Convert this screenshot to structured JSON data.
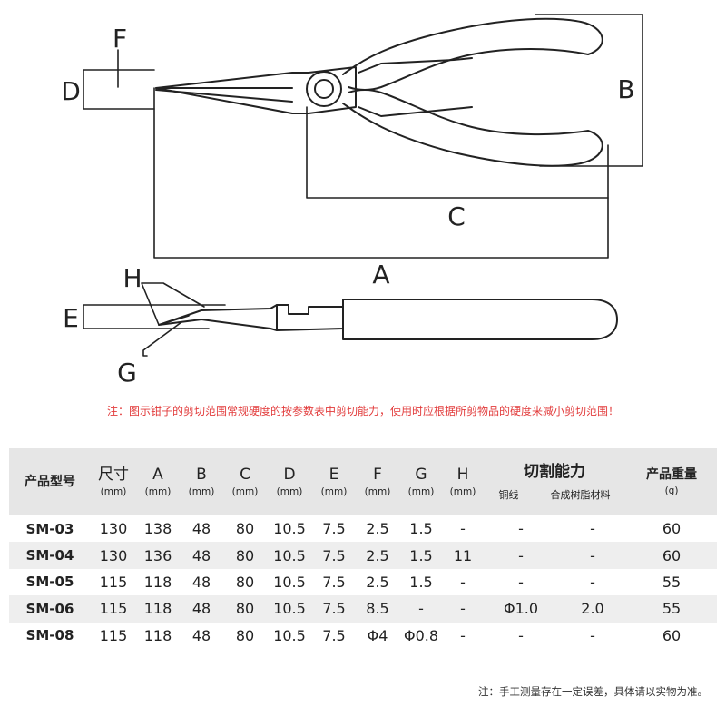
{
  "diagram": {
    "labels": [
      "A",
      "B",
      "C",
      "D",
      "E",
      "F",
      "G",
      "H"
    ]
  },
  "note_top": "注：图示钳子的剪切范围常规硬度的按参数表中剪切能力，使用时应根据所剪物品的硬度来减小剪切范围！",
  "table": {
    "headers": {
      "model": "产品型号",
      "size": {
        "label": "尺寸",
        "unit": "(mm)"
      },
      "cols": [
        {
          "label": "A",
          "unit": "(mm)"
        },
        {
          "label": "B",
          "unit": "(mm)"
        },
        {
          "label": "C",
          "unit": "(mm)"
        },
        {
          "label": "D",
          "unit": "(mm)"
        },
        {
          "label": "E",
          "unit": "(mm)"
        },
        {
          "label": "F",
          "unit": "(mm)"
        },
        {
          "label": "G",
          "unit": "(mm)"
        },
        {
          "label": "H",
          "unit": "(mm)"
        }
      ],
      "cutting": {
        "label": "切割能力",
        "sub1": "铜线",
        "sub2": "合成树脂材料"
      },
      "weight": {
        "label": "产品重量",
        "unit": "(g)"
      }
    },
    "rows": [
      {
        "cells": [
          "SM-03",
          "130",
          "138",
          "48",
          "80",
          "10.5",
          "7.5",
          "2.5",
          "1.5",
          "-",
          "-",
          "-",
          "60"
        ]
      },
      {
        "cells": [
          "SM-04",
          "130",
          "136",
          "48",
          "80",
          "10.5",
          "7.5",
          "2.5",
          "1.5",
          "11",
          "-",
          "-",
          "60"
        ]
      },
      {
        "cells": [
          "SM-05",
          "115",
          "118",
          "48",
          "80",
          "10.5",
          "7.5",
          "2.5",
          "1.5",
          "-",
          "-",
          "-",
          "55"
        ]
      },
      {
        "cells": [
          "SM-06",
          "115",
          "118",
          "48",
          "80",
          "10.5",
          "7.5",
          "8.5",
          "-",
          "-",
          "Φ1.0",
          "2.0",
          "55"
        ]
      },
      {
        "cells": [
          "SM-08",
          "115",
          "118",
          "48",
          "80",
          "10.5",
          "7.5",
          "Φ4",
          "Φ0.8",
          "-",
          "-",
          "-",
          "60"
        ]
      }
    ]
  },
  "note_bottom": "注：手工测量存在一定误差，具体请以实物为准。"
}
